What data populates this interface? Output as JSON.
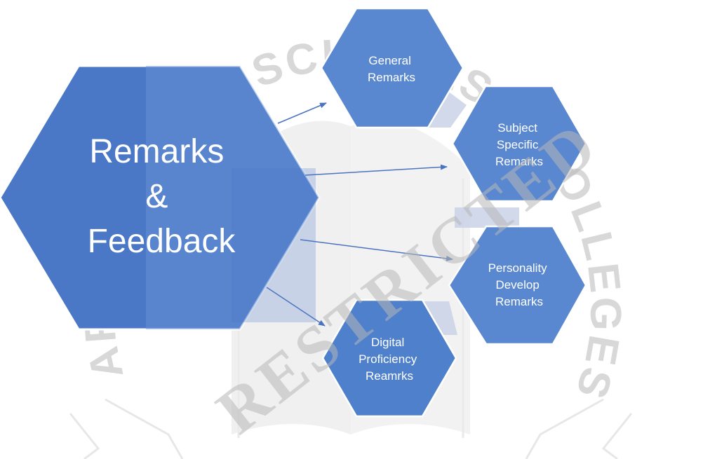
{
  "colors": {
    "hex_fill": "#5a88d0",
    "hex_fill_dark": "#4a78c6",
    "hex_stroke": "#ffffff",
    "arrow": "#4a74bf",
    "connector": "#c9d2e8",
    "watermark": "#c8c8c8"
  },
  "main_hexagon": {
    "lines": [
      "Remarks",
      "&",
      "Feedback"
    ]
  },
  "branches": [
    {
      "id": "general",
      "lines": [
        "General",
        "Remarks"
      ]
    },
    {
      "id": "subject",
      "lines": [
        "Subject",
        "Specific",
        "Remarks"
      ]
    },
    {
      "id": "personality",
      "lines": [
        "Personality",
        "Develop",
        "Remarks"
      ]
    },
    {
      "id": "digital",
      "lines": [
        "Digital",
        "Proficiency",
        "Reamrks"
      ]
    }
  ],
  "watermark": {
    "ring_text": "ARMY PUBLIC SCHOOLS & COLLEGES SYSTEM",
    "stamp_text": "RESTRICTED"
  }
}
